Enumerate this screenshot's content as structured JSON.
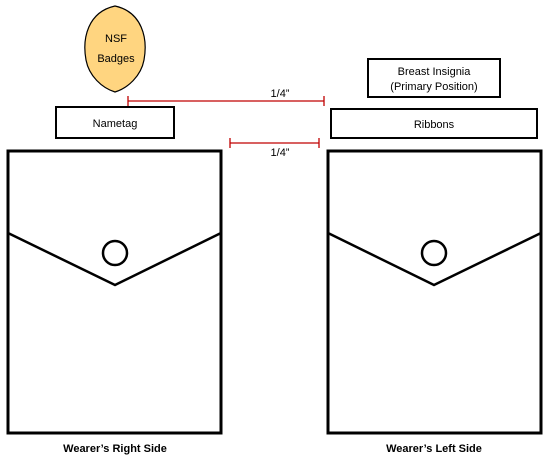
{
  "badge": {
    "line1": "NSF",
    "line2": "Badges",
    "fill": "#FFD580"
  },
  "nametag": {
    "label": "Nametag"
  },
  "breast_insignia": {
    "line1": "Breast Insignia",
    "line2": "(Primary Position)"
  },
  "ribbons": {
    "label": "Ribbons"
  },
  "measurements": {
    "upper": "1/4”",
    "lower": "1/4”",
    "line_color": "#C00000"
  },
  "captions": {
    "right_side": "Wearer’s Right Side",
    "left_side": "Wearer’s Left Side"
  }
}
